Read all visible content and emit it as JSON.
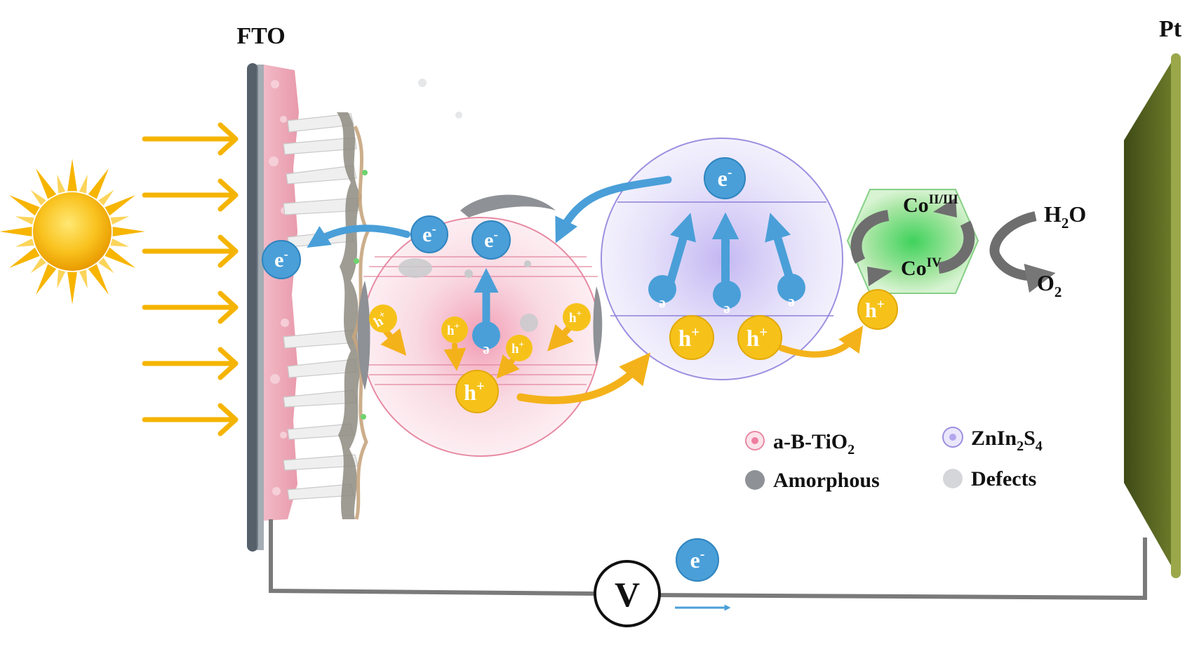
{
  "electrodes": {
    "anode": "FTO",
    "cathode": "Pt"
  },
  "carriers": {
    "electron": "e",
    "electron_sup": "-",
    "hole": "h",
    "hole_sup": "+"
  },
  "cocatalyst": {
    "upper_base": "Co",
    "upper_sup": "II/III",
    "lower_base": "Co",
    "lower_sup": "IV",
    "reactant_base": "H",
    "reactant_sub": "2",
    "reactant_tail": "O",
    "product_base": "O",
    "product_sub": "2"
  },
  "meter": "V",
  "legend": {
    "tio2_a": "a-B-TiO",
    "tio2_sub": "2",
    "zis_a": "ZnIn",
    "zis_sub1": "2",
    "zis_b": "S",
    "zis_sub2": "4",
    "amorphous": "Amorphous",
    "defects": "Defects"
  },
  "colors": {
    "electron": "#4a9fd8",
    "hole": "#f6c21a",
    "hole_arrow": "#f4b21a",
    "sun": "#f5b400",
    "tio2": "#f3c3d0",
    "zis": "#cbc4ef",
    "amorphous": "#8e9196",
    "defects": "#d4d6d9",
    "pt": "#5f6d24",
    "cocatalyst": "#8fd88a",
    "wire": "#7a7a7a"
  }
}
